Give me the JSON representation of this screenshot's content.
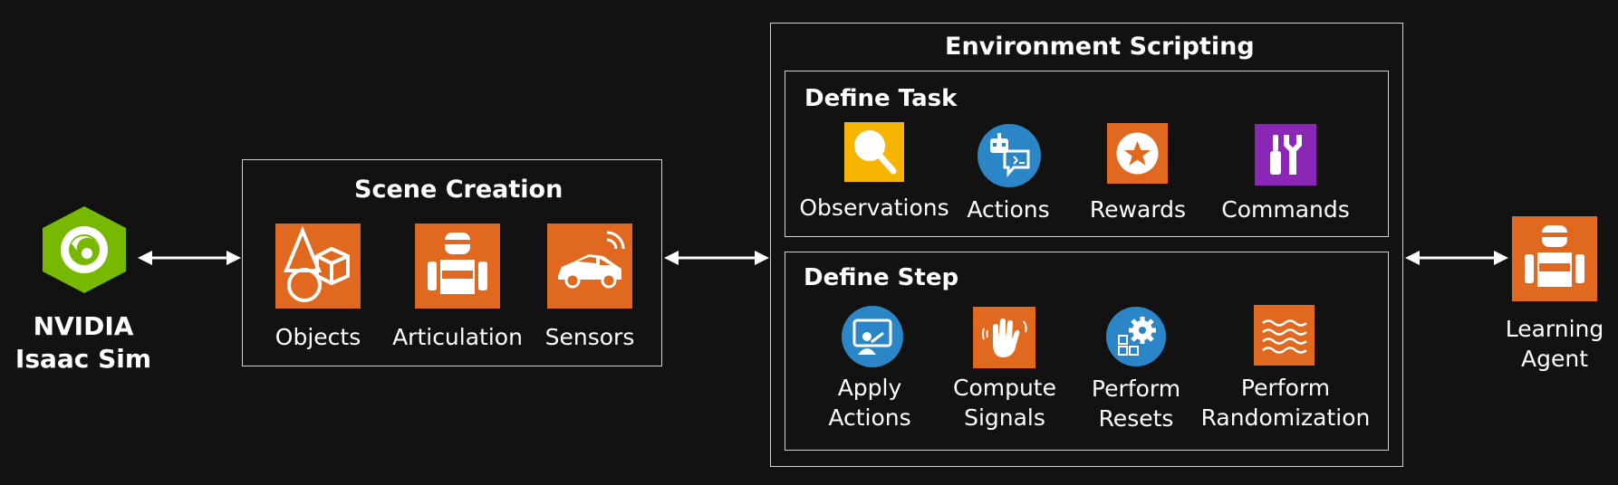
{
  "left_node": {
    "line1": "NVIDIA",
    "line2": "Isaac Sim",
    "logo_color": "#76b900",
    "icon": "nvidia-hexagon-logo"
  },
  "scene_creation": {
    "title": "Scene Creation",
    "items": [
      {
        "label": "Objects",
        "icon": "shapes-icon"
      },
      {
        "label": "Articulation",
        "icon": "robot-icon"
      },
      {
        "label": "Sensors",
        "icon": "car-sensor-icon"
      }
    ]
  },
  "environment_scripting": {
    "title": "Environment Scripting",
    "define_task": {
      "title": "Define Task",
      "items": [
        {
          "label": "Observations",
          "icon": "magnifier-icon",
          "color": "#f7b500"
        },
        {
          "label": "Actions",
          "icon": "robot-chat-icon",
          "color": "#2a86c7"
        },
        {
          "label": "Rewards",
          "icon": "star-badge-icon",
          "color": "#e0691f"
        },
        {
          "label": "Commands",
          "icon": "tools-icon",
          "color": "#8a27b7"
        }
      ]
    },
    "define_step": {
      "title": "Define Step",
      "items": [
        {
          "line1": "Apply",
          "line2": "Actions",
          "icon": "presenter-icon",
          "color": "#2a86c7"
        },
        {
          "line1": "Compute",
          "line2": "Signals",
          "icon": "waving-hand-icon",
          "color": "#e0691f"
        },
        {
          "line1": "Perform",
          "line2": "Resets",
          "icon": "gear-grid-icon",
          "color": "#2a86c7"
        },
        {
          "line1": "Perform",
          "line2": "Randomization",
          "icon": "waves-icon",
          "color": "#e0691f"
        }
      ]
    }
  },
  "right_node": {
    "line1": "Learning",
    "line2": "Agent",
    "icon": "robot-icon"
  }
}
